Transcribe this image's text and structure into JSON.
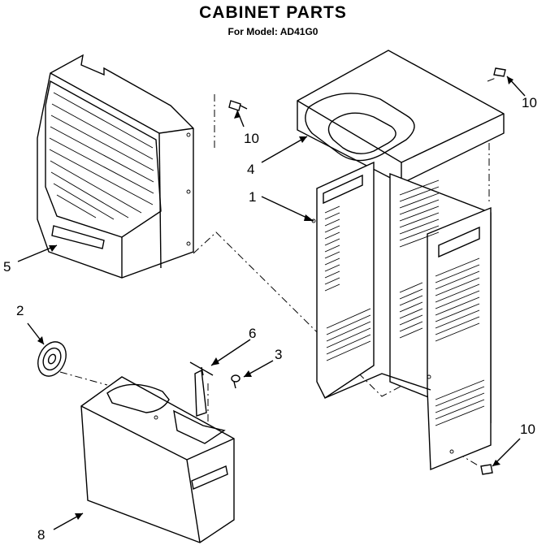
{
  "header": {
    "title": "CABINET PARTS",
    "subtitle": "For Model: AD41G0"
  },
  "callouts": {
    "c1": "1",
    "c2": "2",
    "c3": "3",
    "c4": "4",
    "c5": "5",
    "c6": "6",
    "c8": "8",
    "c10a": "10",
    "c10b": "10",
    "c10c": "10"
  }
}
